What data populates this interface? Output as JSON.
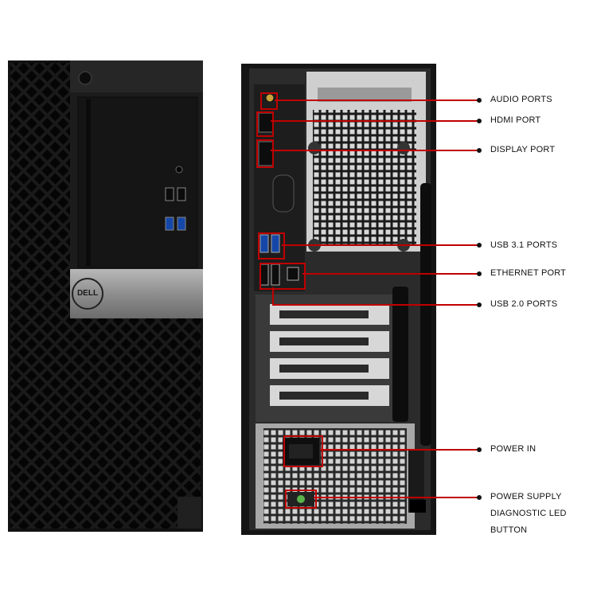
{
  "brand": {
    "logo_text": "DELL"
  },
  "callouts": [
    {
      "id": "audio",
      "label": "AUDIO PORTS"
    },
    {
      "id": "hdmi",
      "label": "HDMI PORT"
    },
    {
      "id": "display",
      "label": "DISPLAY PORT"
    },
    {
      "id": "usb31",
      "label": "USB 3.1 PORTS"
    },
    {
      "id": "ethernet",
      "label": "ETHERNET PORT"
    },
    {
      "id": "usb20",
      "label": "USB 2.0 PORTS"
    },
    {
      "id": "power-in",
      "label": "POWER IN"
    },
    {
      "id": "psu-led",
      "label_lines": [
        "POWER SUPPLY",
        "DIAGNOSTIC LED",
        "BUTTON"
      ]
    }
  ],
  "colors": {
    "callout": "#c00000",
    "case": "#151515",
    "panel": "#2a2a2a"
  }
}
